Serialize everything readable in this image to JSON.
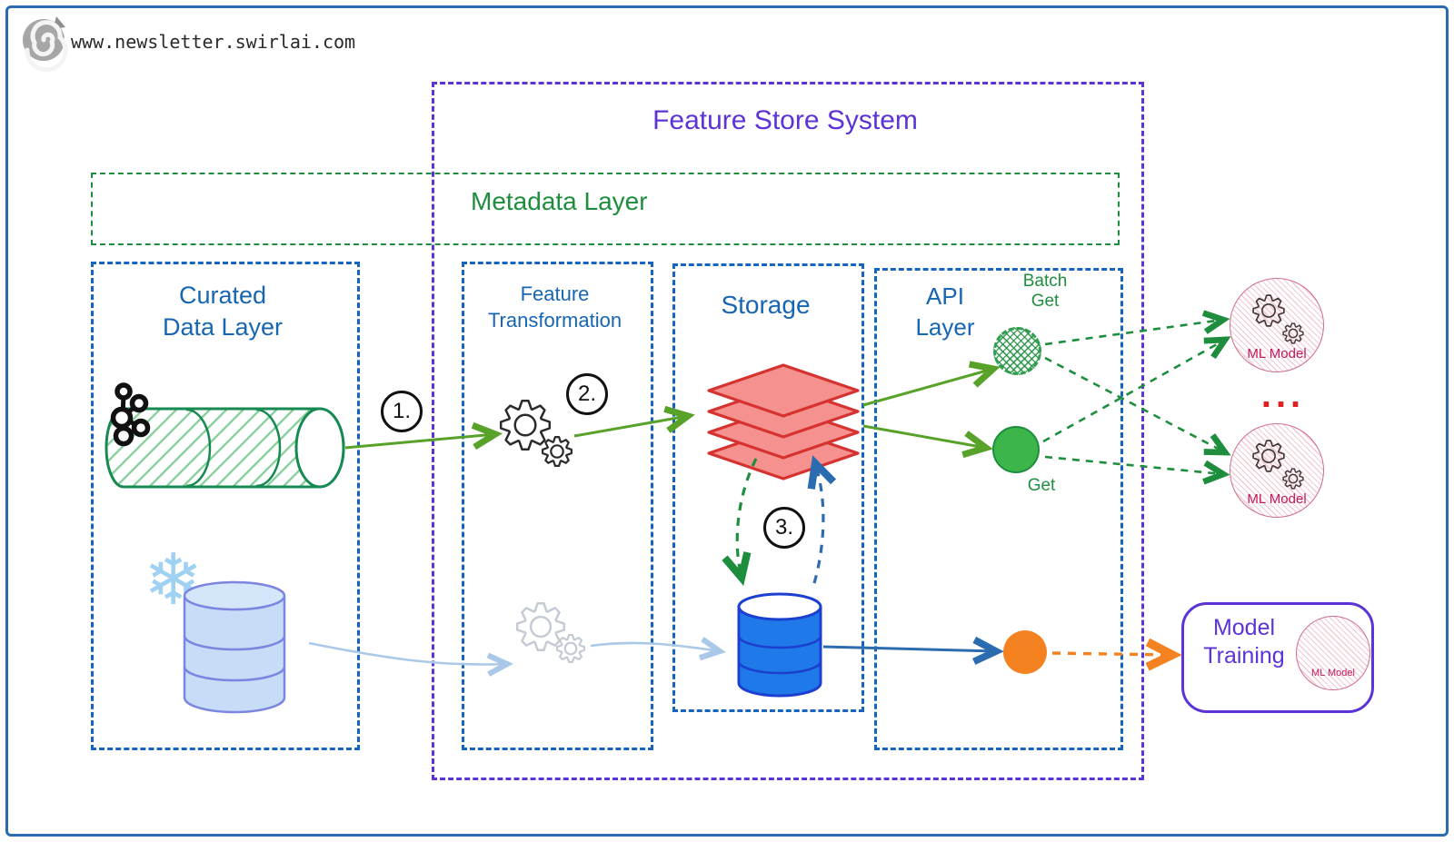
{
  "site": {
    "url": "www.newsletter.swirlai.com",
    "logo": "swirl-spiral"
  },
  "colors": {
    "purple": "#5b33d6",
    "box_blue": "#1565c0",
    "text_blue": "#1766b3",
    "green": "#1e8e3e",
    "olive_arrow": "#58a22a",
    "red_outline": "#d63230",
    "red_fill": "#f5918e",
    "crimson": "#c2185b",
    "orange": "#f58220",
    "light_blue_arrow": "#aac9e8",
    "storage_cylinder": "#1f79e8",
    "curated_cylinder": "#c6dcf7",
    "snowflake": "#9fd1f2",
    "frame": "#2b6cb0"
  },
  "boxes": {
    "feature_store": {
      "title": "Feature Store System"
    },
    "metadata": {
      "title": "Metadata Layer"
    },
    "curated": {
      "lines": [
        "Curated",
        "Data Layer"
      ]
    },
    "transformation": {
      "lines": [
        "Feature",
        "Transformation"
      ]
    },
    "storage": {
      "title": "Storage"
    },
    "api": {
      "lines": [
        "API",
        "Layer"
      ]
    }
  },
  "api": {
    "batch_get": {
      "lines": [
        "Batch",
        "Get"
      ]
    },
    "get": {
      "label": "Get"
    }
  },
  "steps": {
    "s1": "1.",
    "s2": "2.",
    "s3": "3."
  },
  "ml": {
    "model1": "ML Model",
    "model2": "ML Model",
    "ellipsis": "...",
    "training": {
      "lines": [
        "Model",
        "Training"
      ],
      "model": "ML Model"
    }
  }
}
